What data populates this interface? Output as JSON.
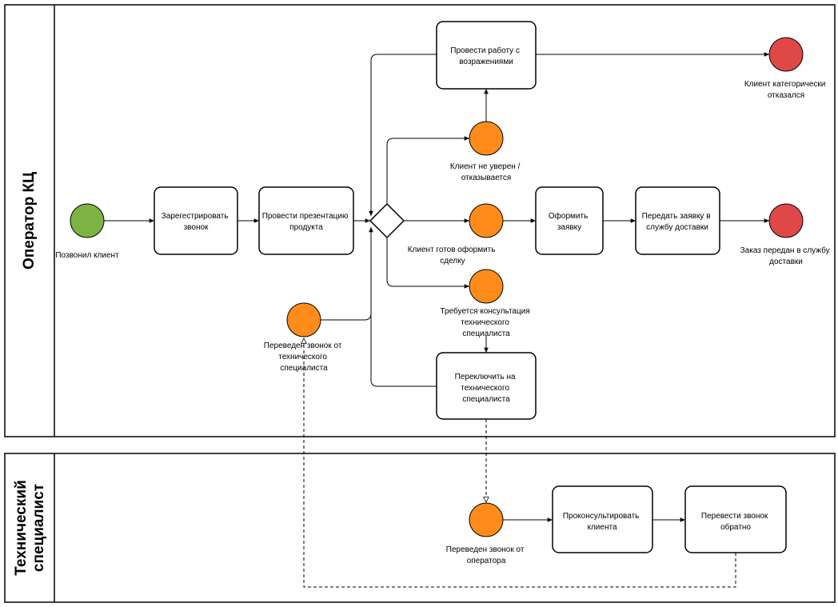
{
  "lanes": {
    "operator": "Оператор КЦ",
    "tech_line1": "Технический",
    "tech_line2": "специалист"
  },
  "tasks": {
    "register": [
      "Зарегестрировать",
      "звонок"
    ],
    "presentation": [
      "Провести презентацию",
      "продукта"
    ],
    "objections": [
      "Провести работу с",
      "возражениями"
    ],
    "order": [
      "Оформить",
      "заявку"
    ],
    "delivery": [
      "Передать заявку в",
      "службу доставки"
    ],
    "switch": [
      "Переключить на",
      "технического",
      "специалиста"
    ],
    "consult": [
      "Проконсультировать",
      "клиента"
    ],
    "transfer_back": [
      "Перевести звонок",
      "обратно"
    ]
  },
  "events": {
    "start": [
      "Позвонил клиент"
    ],
    "refused": [
      "Клиент категорически",
      "отказался"
    ],
    "unsure": [
      "Клиент не уверен /",
      "отказывается"
    ],
    "ready": [
      "Клиент готов оформить",
      "сделку"
    ],
    "need_consult": [
      "Требуется консультация",
      "технического",
      "специалиста"
    ],
    "transferred_from_tech": [
      "Переведен звонок от",
      "технического",
      "специалиста"
    ],
    "delivered": [
      "Заказ передан в службу",
      "доставки"
    ],
    "transferred_from_operator": [
      "Переведен звонок от",
      "оператора"
    ]
  },
  "colors": {
    "start": "#7cb342",
    "intermediate": "#ff8c1a",
    "end": "#e04848",
    "line": "#000000"
  }
}
